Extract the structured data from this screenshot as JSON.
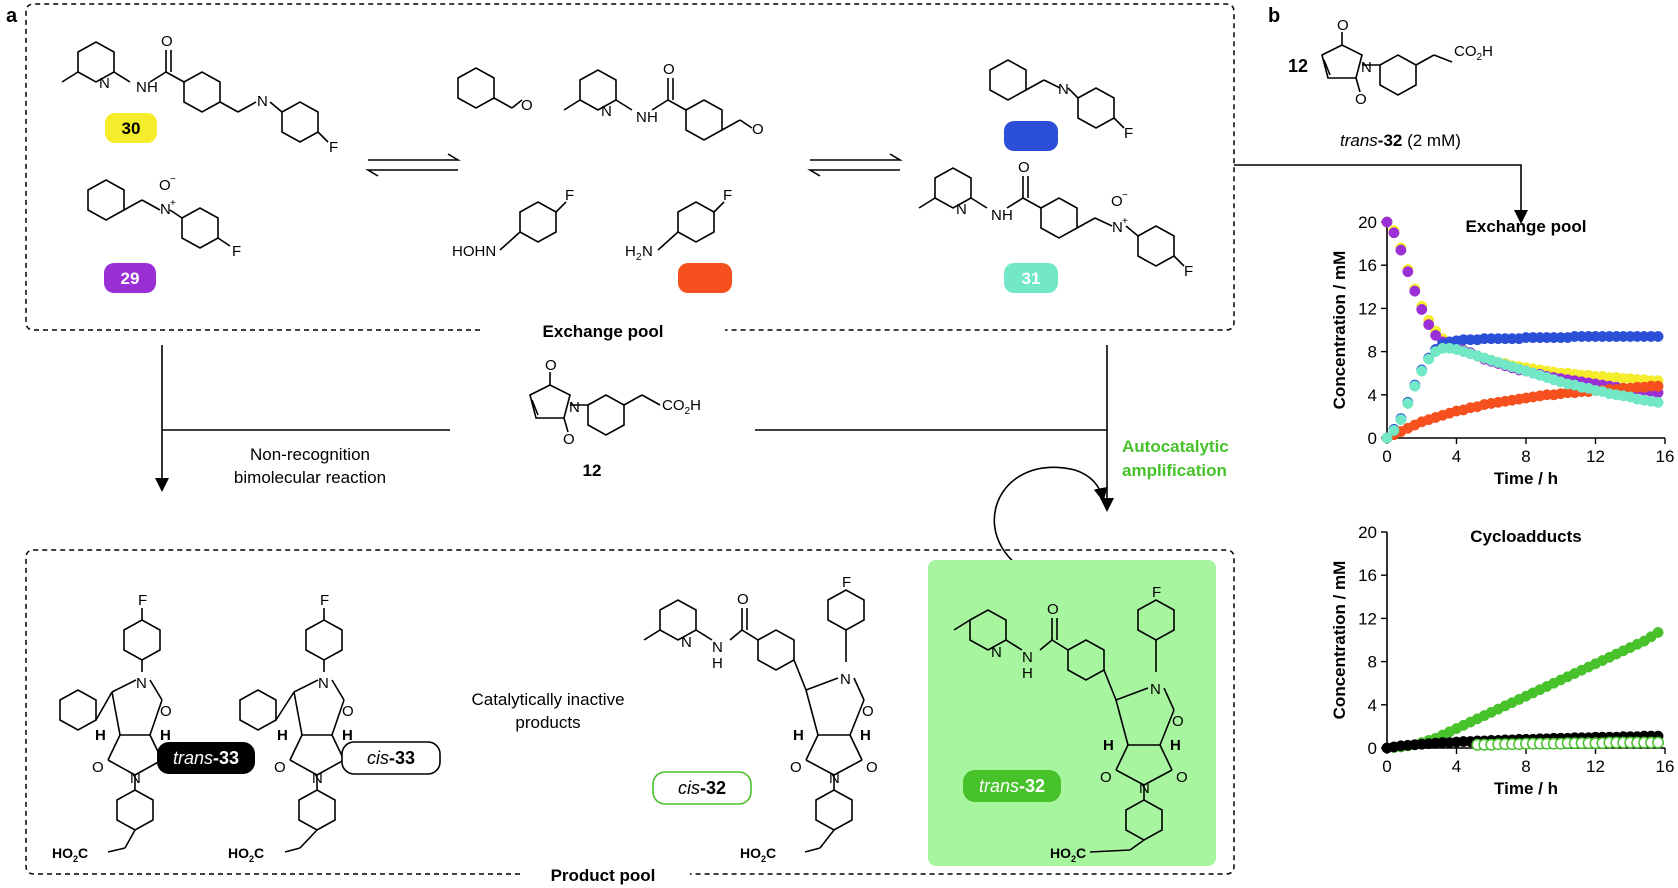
{
  "panels": {
    "a": "a",
    "b": "b"
  },
  "pools": {
    "exchange": "Exchange pool",
    "product": "Product pool"
  },
  "arrows": {
    "left_line1": "Non-recognition",
    "left_line2": "bimolecular reaction",
    "right_line1": "Autocatalytic",
    "right_line2": "amplification"
  },
  "colors": {
    "yellow": "#f5ec2b",
    "purple": "#9b2fd6",
    "blue": "#2c4fd8",
    "orange": "#f5501e",
    "teal": "#72e8c6",
    "green": "#47c22b",
    "green_bg": "#a8f5a0",
    "black": "#000000"
  },
  "compounds": {
    "c30": "30",
    "c29": "29",
    "c31": "31",
    "c12": "12",
    "trans33_prefix": "trans",
    "trans33_num": "-33",
    "cis33_prefix": "cis",
    "cis33_num": "-33",
    "cis32_prefix": "cis",
    "cis32_num": "-32",
    "trans32_prefix": "trans",
    "trans32_num": "-32"
  },
  "atoms": {
    "N": "N",
    "H": "H",
    "O": "O",
    "F": "F",
    "Nplus": "N",
    "plus": "+",
    "Ominus": "O",
    "minus": "−",
    "HOHN": "HOHN",
    "H2N": "H",
    "H2N_sub": "2",
    "H2N_N": "N",
    "CO2H": "CO",
    "CO2H_sub": "2",
    "CO2H_H": "H",
    "HO2C": "HO",
    "HO2C_sub": "2",
    "HO2C_C": "C"
  },
  "middle_text": {
    "line1": "Catalytically inactive",
    "line2": "products"
  },
  "panel_b": {
    "reagent_label": "12",
    "condition_prefix": "trans",
    "condition_num": "-32",
    "condition_suffix": " (2 mM)"
  },
  "chart_data": [
    {
      "type": "scatter",
      "title": "Exchange pool",
      "xlabel": "Time / h",
      "ylabel": "Concentration / mM",
      "xlim": [
        0,
        16
      ],
      "ylim": [
        0,
        20
      ],
      "xticks": [
        0,
        4,
        8,
        12,
        16
      ],
      "yticks": [
        0,
        4,
        8,
        12,
        16,
        20
      ],
      "series": [
        {
          "color": "#f5ec2b",
          "filled": true,
          "x": [
            0,
            0.4,
            0.8,
            1.2,
            1.6,
            2,
            2.4,
            2.8,
            3.2,
            3.6,
            4,
            4.4,
            4.8,
            5.2,
            5.6,
            6,
            6.4,
            6.8,
            7.2,
            7.6,
            8,
            8.4,
            8.8,
            9.2,
            9.6,
            10,
            10.4,
            10.8,
            11.2,
            11.6,
            12,
            12.4,
            12.8,
            13.2,
            13.6,
            14,
            14.4,
            14.8,
            15.2,
            15.6
          ],
          "y": [
            20,
            19.2,
            17.6,
            15.6,
            13.8,
            12.2,
            10.9,
            9.9,
            9.2,
            8.7,
            8.4,
            8.1,
            7.9,
            7.6,
            7.4,
            7.2,
            7,
            6.9,
            6.7,
            6.6,
            6.5,
            6.4,
            6.3,
            6.2,
            6.1,
            6,
            6,
            5.9,
            5.8,
            5.8,
            5.7,
            5.7,
            5.6,
            5.6,
            5.5,
            5.5,
            5.4,
            5.4,
            5.3,
            5.3
          ]
        },
        {
          "color": "#9b2fd6",
          "filled": true,
          "x": [
            0,
            0.4,
            0.8,
            1.2,
            1.6,
            2,
            2.4,
            2.8,
            3.2,
            3.6,
            4,
            4.4,
            4.8,
            5.2,
            5.6,
            6,
            6.4,
            6.8,
            7.2,
            7.6,
            8,
            8.4,
            8.8,
            9.2,
            9.6,
            10,
            10.4,
            10.8,
            11.2,
            11.6,
            12,
            12.4,
            12.8,
            13.2,
            13.6,
            14,
            14.4,
            14.8,
            15.2,
            15.6
          ],
          "y": [
            20,
            19,
            17.4,
            15.4,
            13.6,
            11.9,
            10.5,
            9.5,
            8.9,
            8.6,
            8.4,
            8.1,
            7.9,
            7.6,
            7.3,
            7.1,
            6.9,
            6.7,
            6.5,
            6.3,
            6.2,
            6,
            5.9,
            5.7,
            5.6,
            5.5,
            5.4,
            5.3,
            5.2,
            5.1,
            5,
            4.9,
            4.8,
            4.7,
            4.6,
            4.6,
            4.5,
            4.4,
            4.3,
            4.2
          ]
        },
        {
          "color": "#2c4fd8",
          "filled": true,
          "x": [
            0,
            0.4,
            0.8,
            1.2,
            1.6,
            2,
            2.4,
            2.8,
            3.2,
            3.6,
            4,
            4.4,
            4.8,
            5.2,
            5.6,
            6,
            6.4,
            6.8,
            7.2,
            7.6,
            8,
            8.4,
            8.8,
            9.2,
            9.6,
            10,
            10.4,
            10.8,
            11.2,
            11.6,
            12,
            12.4,
            12.8,
            13.2,
            13.6,
            14,
            14.4,
            14.8,
            15.2,
            15.6
          ],
          "y": [
            0,
            0.8,
            1.8,
            3.3,
            4.9,
            6.3,
            7.4,
            8.2,
            8.7,
            8.9,
            9,
            9.1,
            9.1,
            9.1,
            9.2,
            9.2,
            9.2,
            9.2,
            9.2,
            9.2,
            9.3,
            9.3,
            9.3,
            9.3,
            9.3,
            9.3,
            9.3,
            9.4,
            9.4,
            9.4,
            9.4,
            9.4,
            9.4,
            9.4,
            9.4,
            9.4,
            9.4,
            9.4,
            9.4,
            9.4
          ]
        },
        {
          "color": "#f5501e",
          "filled": true,
          "x": [
            0,
            0.4,
            0.8,
            1.2,
            1.6,
            2,
            2.4,
            2.8,
            3.2,
            3.6,
            4,
            4.4,
            4.8,
            5.2,
            5.6,
            6,
            6.4,
            6.8,
            7.2,
            7.6,
            8,
            8.4,
            8.8,
            9.2,
            9.6,
            10,
            10.4,
            10.8,
            11.2,
            11.6,
            12,
            12.4,
            12.8,
            13.2,
            13.6,
            14,
            14.4,
            14.8,
            15.2,
            15.6
          ],
          "y": [
            0,
            0.3,
            0.6,
            0.9,
            1.2,
            1.5,
            1.7,
            1.9,
            2.1,
            2.3,
            2.5,
            2.6,
            2.8,
            2.9,
            3.1,
            3.2,
            3.3,
            3.4,
            3.5,
            3.6,
            3.7,
            3.8,
            3.9,
            4,
            4,
            4.1,
            4.2,
            4.2,
            4.3,
            4.3,
            4.4,
            4.4,
            4.5,
            4.5,
            4.6,
            4.6,
            4.7,
            4.7,
            4.8,
            4.8
          ]
        },
        {
          "color": "#72e8c6",
          "filled": true,
          "x": [
            0,
            0.4,
            0.8,
            1.2,
            1.6,
            2,
            2.4,
            2.8,
            3.2,
            3.6,
            4,
            4.4,
            4.8,
            5.2,
            5.6,
            6,
            6.4,
            6.8,
            7.2,
            7.6,
            8,
            8.4,
            8.8,
            9.2,
            9.6,
            10,
            10.4,
            10.8,
            11.2,
            11.6,
            12,
            12.4,
            12.8,
            13.2,
            13.6,
            14,
            14.4,
            14.8,
            15.2,
            15.6
          ],
          "y": [
            0,
            0.7,
            1.7,
            3.2,
            4.8,
            6.2,
            7.3,
            8,
            8.3,
            8.3,
            8.2,
            8,
            7.8,
            7.6,
            7.4,
            7.2,
            7,
            6.8,
            6.6,
            6.4,
            6.2,
            6,
            5.8,
            5.6,
            5.4,
            5.2,
            5,
            4.9,
            4.7,
            4.6,
            4.4,
            4.3,
            4.1,
            4,
            3.9,
            3.8,
            3.6,
            3.5,
            3.4,
            3.3
          ]
        }
      ]
    },
    {
      "type": "scatter",
      "title": "Cycloadducts",
      "xlabel": "Time / h",
      "ylabel": "Concentration / mM",
      "xlim": [
        0,
        16
      ],
      "ylim": [
        0,
        20
      ],
      "xticks": [
        0,
        4,
        8,
        12,
        16
      ],
      "yticks": [
        0,
        4,
        8,
        12,
        16,
        20
      ],
      "series": [
        {
          "color": "#47c22b",
          "filled": true,
          "x": [
            0,
            0.4,
            0.8,
            1.2,
            1.6,
            2,
            2.4,
            2.8,
            3.2,
            3.6,
            4,
            4.4,
            4.8,
            5.2,
            5.6,
            6,
            6.4,
            6.8,
            7.2,
            7.6,
            8,
            8.4,
            8.8,
            9.2,
            9.6,
            10,
            10.4,
            10.8,
            11.2,
            11.6,
            12,
            12.4,
            12.8,
            13.2,
            13.6,
            14,
            14.4,
            14.8,
            15.2,
            15.6
          ],
          "y": [
            0,
            0.05,
            0.1,
            0.2,
            0.3,
            0.5,
            0.7,
            0.9,
            1.2,
            1.5,
            1.8,
            2.1,
            2.4,
            2.7,
            3,
            3.3,
            3.6,
            3.9,
            4.2,
            4.5,
            4.8,
            5.1,
            5.4,
            5.7,
            6,
            6.3,
            6.6,
            6.9,
            7.2,
            7.5,
            7.8,
            8.1,
            8.4,
            8.7,
            9,
            9.3,
            9.6,
            9.9,
            10.3,
            10.7
          ]
        },
        {
          "color": "#000000",
          "filled": true,
          "x": [
            0,
            0.4,
            0.8,
            1.2,
            1.6,
            2,
            2.4,
            2.8,
            3.2,
            3.6,
            4,
            4.4,
            4.8,
            5.2,
            5.6,
            6,
            6.4,
            6.8,
            7.2,
            7.6,
            8,
            8.4,
            8.8,
            9.2,
            9.6,
            10,
            10.4,
            10.8,
            11.2,
            11.6,
            12,
            12.4,
            12.8,
            13.2,
            13.6,
            14,
            14.4,
            14.8,
            15.2,
            15.6
          ],
          "y": [
            0,
            0.1,
            0.2,
            0.25,
            0.3,
            0.35,
            0.4,
            0.45,
            0.5,
            0.5,
            0.55,
            0.6,
            0.6,
            0.65,
            0.65,
            0.7,
            0.7,
            0.75,
            0.75,
            0.8,
            0.8,
            0.8,
            0.85,
            0.85,
            0.9,
            0.9,
            0.9,
            0.95,
            0.95,
            0.95,
            1,
            1,
            1,
            1,
            1.05,
            1.05,
            1.05,
            1.1,
            1.1,
            1.1
          ]
        },
        {
          "color": "#47c22b",
          "filled": false,
          "x": [
            5.2,
            5.6,
            6,
            6.4,
            6.8,
            7.2,
            7.6,
            8,
            8.4,
            8.8,
            9.2,
            9.6,
            10,
            10.4,
            10.8,
            11.2,
            11.6,
            12,
            12.4,
            12.8,
            13.2,
            13.6,
            14,
            14.4,
            14.8,
            15.2,
            15.6
          ],
          "y": [
            0.3,
            0.3,
            0.3,
            0.35,
            0.35,
            0.35,
            0.35,
            0.4,
            0.4,
            0.4,
            0.4,
            0.4,
            0.4,
            0.45,
            0.45,
            0.45,
            0.45,
            0.45,
            0.45,
            0.5,
            0.5,
            0.5,
            0.5,
            0.5,
            0.5,
            0.5,
            0.5
          ]
        }
      ]
    }
  ]
}
